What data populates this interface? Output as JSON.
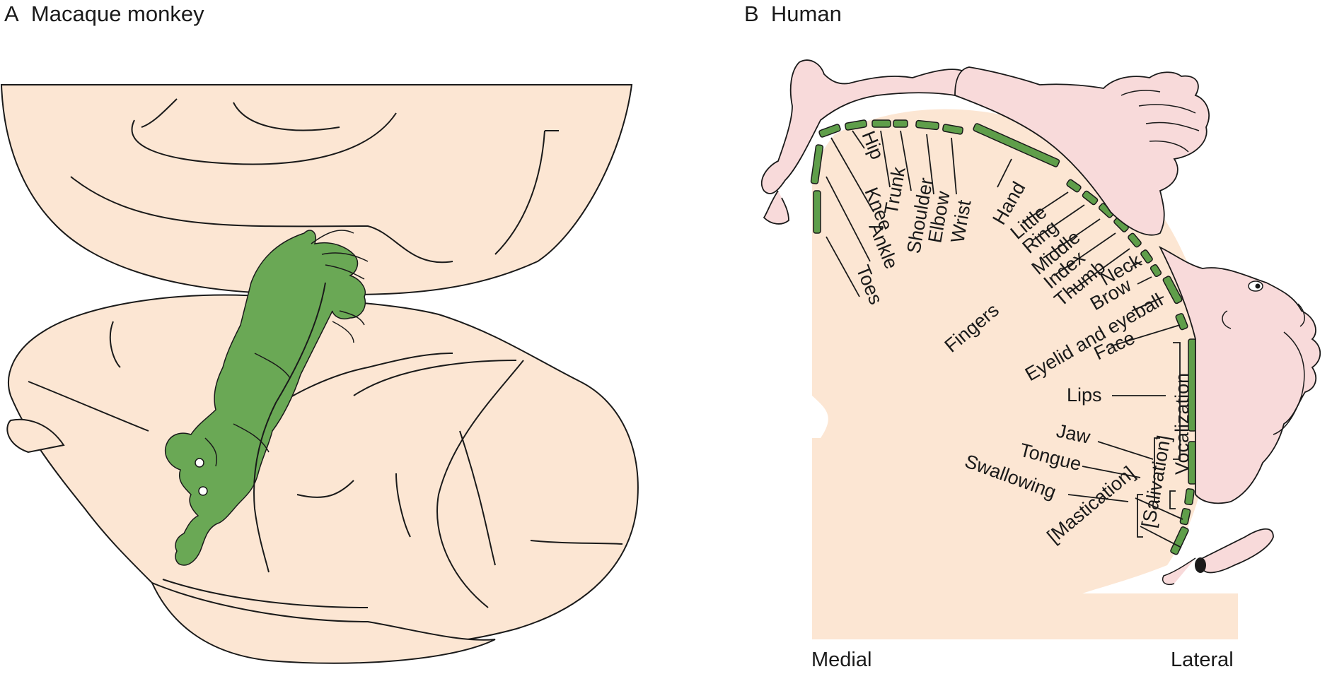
{
  "panel_a": {
    "letter": "A",
    "title": "Macaque monkey"
  },
  "panel_b": {
    "letter": "B",
    "title": "Human",
    "medial_label": "Medial",
    "lateral_label": "Lateral",
    "body_parts": [
      "Toes",
      "Ankle",
      "Knee",
      "Hip",
      "Trunk",
      "Shoulder",
      "Elbow",
      "Wrist",
      "Hand",
      "Little",
      "Ring",
      "Middle",
      "Index",
      "Thumb",
      "Neck",
      "Brow",
      "Eyelid and eyeball",
      "Face",
      "Fingers",
      "Lips",
      "Jaw",
      "Tongue",
      "Swallowing"
    ],
    "bracket_labels": [
      "Vocalization",
      "Salivation",
      "Mastication"
    ]
  },
  "colors": {
    "brain_fill": "#fce6d3",
    "map_green": "#5f9e4a",
    "homunculus_fill": "#f8dada",
    "line": "#1a1a1a"
  }
}
